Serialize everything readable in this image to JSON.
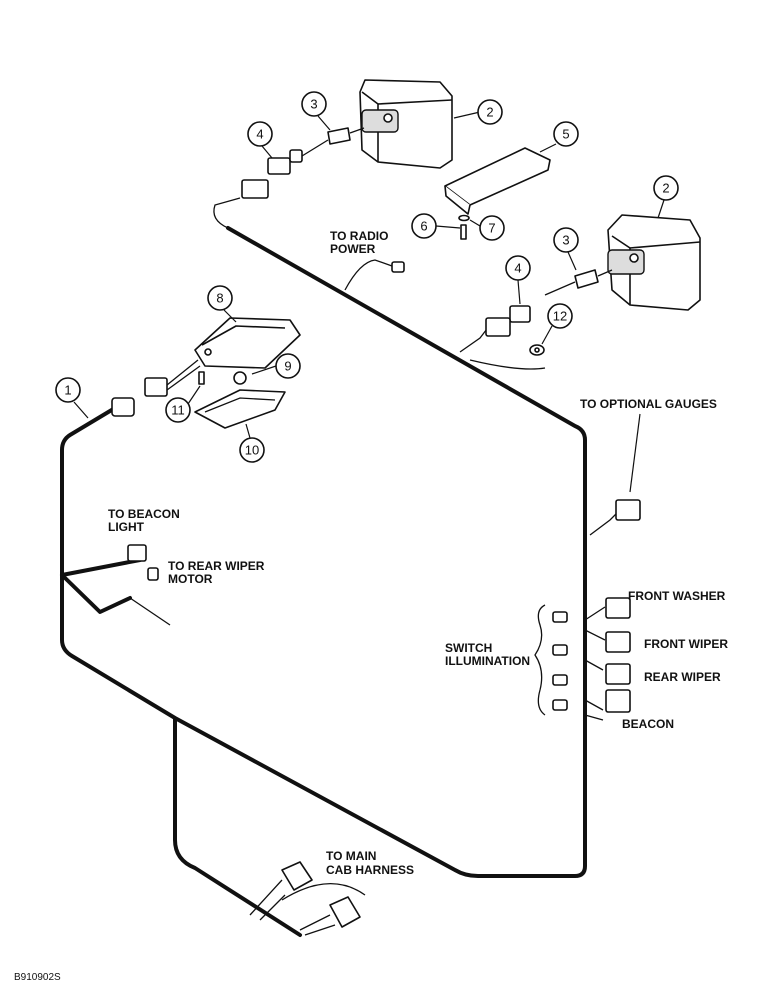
{
  "callouts": [
    "1",
    "2",
    "2",
    "3",
    "3",
    "4",
    "4",
    "5",
    "6",
    "7",
    "8",
    "9",
    "10",
    "11",
    "12"
  ],
  "labels": {
    "to_radio_power": [
      "TO RADIO",
      "POWER"
    ],
    "to_optional_gauges": "TO OPTIONAL GAUGES",
    "to_beacon_light": [
      "TO BEACON",
      "LIGHT"
    ],
    "to_rear_wiper_motor": [
      "TO REAR WIPER",
      "MOTOR"
    ],
    "switch_illumination": [
      "SWITCH",
      "ILLUMINATION"
    ],
    "front_washer": "FRONT WASHER",
    "front_wiper": "FRONT WIPER",
    "rear_wiper": "REAR WIPER",
    "beacon": "BEACON",
    "to_main_cab_harness": [
      "TO MAIN",
      "CAB HARNESS"
    ]
  },
  "figure_code": "B910902S"
}
